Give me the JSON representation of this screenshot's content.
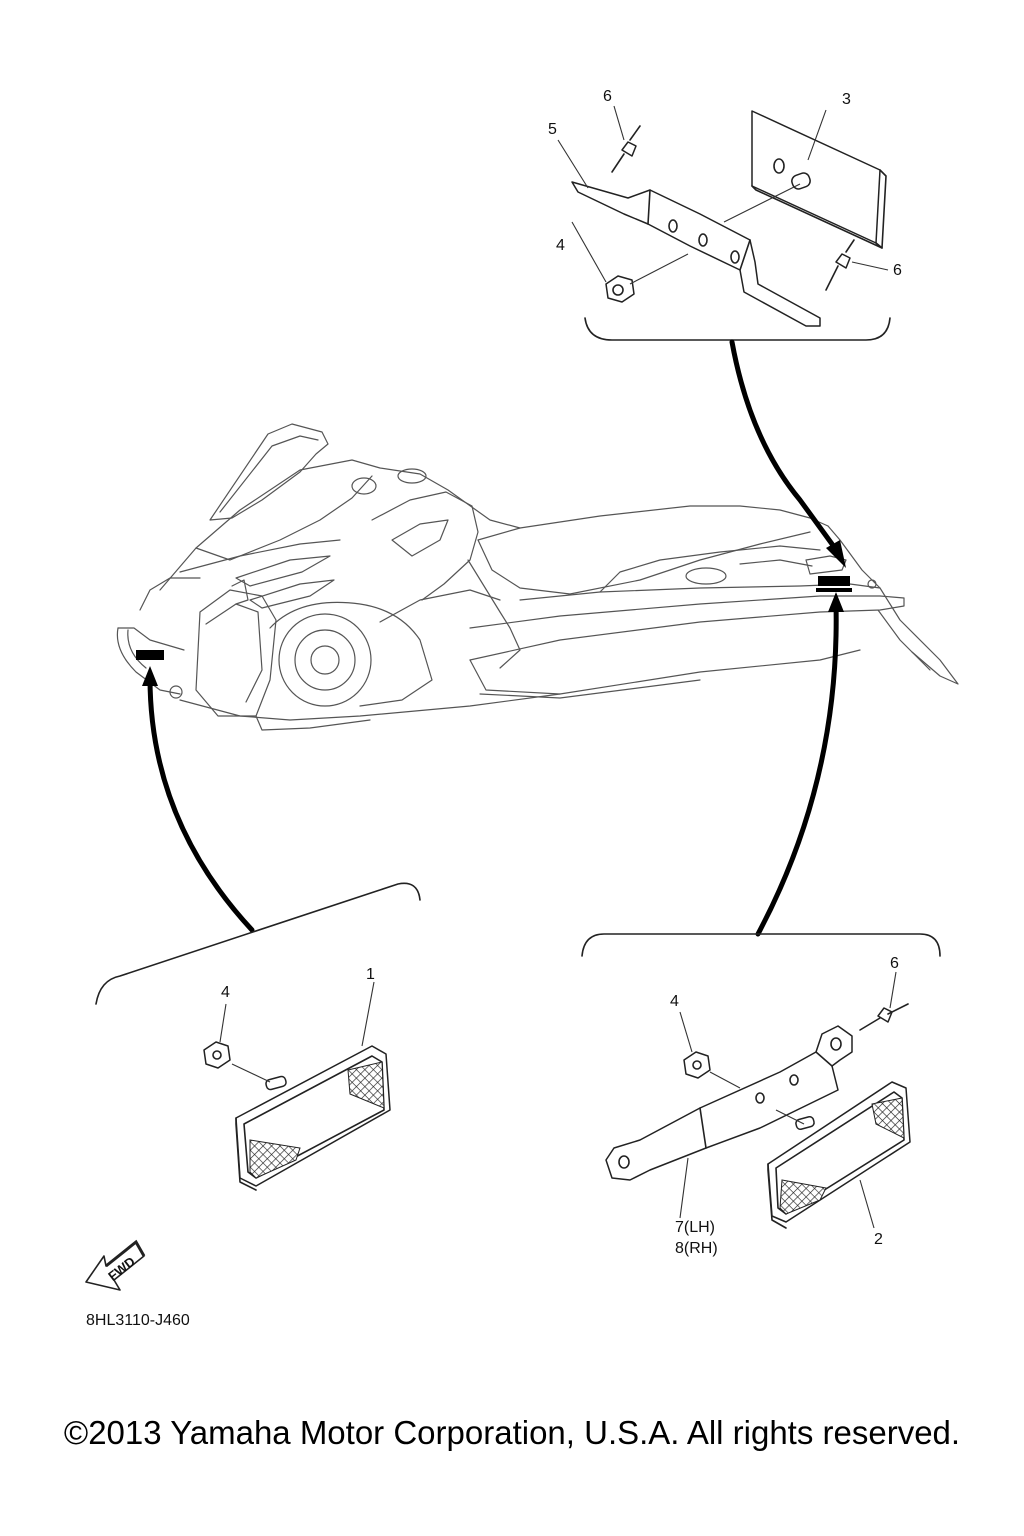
{
  "callouts": {
    "c1": "1",
    "c2": "2",
    "c3": "3",
    "c4_top": "4",
    "c5": "5",
    "c6_top_a": "6",
    "c6_top_b": "6",
    "c4_front": "4",
    "c4_rear": "4",
    "c6_rear": "6",
    "c7": "7(LH)",
    "c8": "8(RH)"
  },
  "fwd_label": "FWD",
  "diagram_code": "8HL3110-J460",
  "copyright": "©2013 Yamaha Motor Corporation, U.S.A. All rights reserved."
}
